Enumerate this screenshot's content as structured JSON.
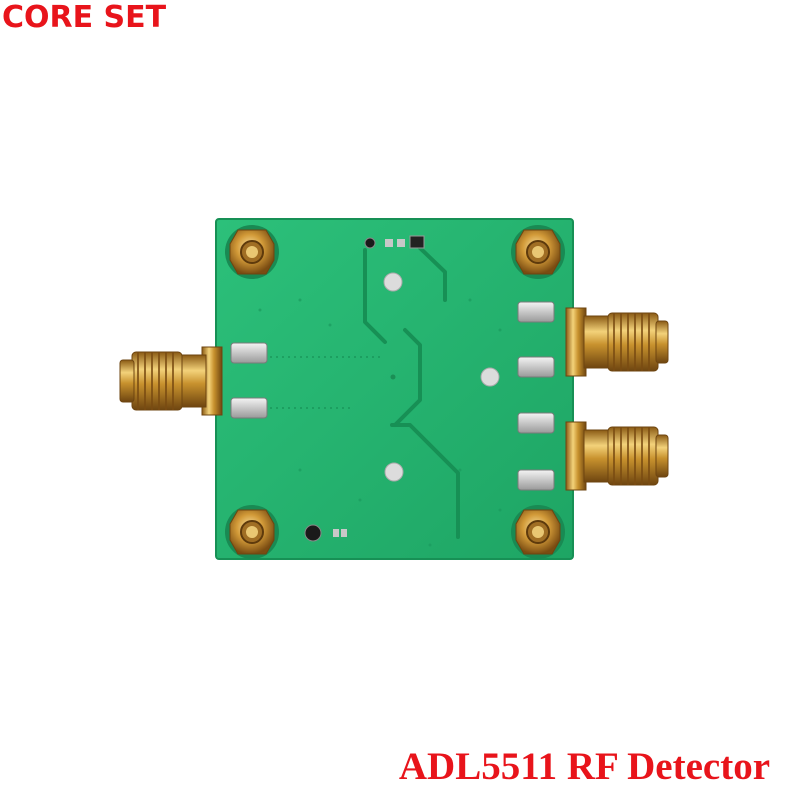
{
  "brand": {
    "name": "CORE SET",
    "color": "#e8141b"
  },
  "caption": {
    "text": "ADL5511 RF Detector",
    "color": "#e8141b"
  },
  "photo": {
    "subject": "green-pcb-module-with-sma-connectors",
    "colors": {
      "pcb": "#22b66f",
      "copper_gold": "#d9a640",
      "background": "#ffffff"
    }
  }
}
